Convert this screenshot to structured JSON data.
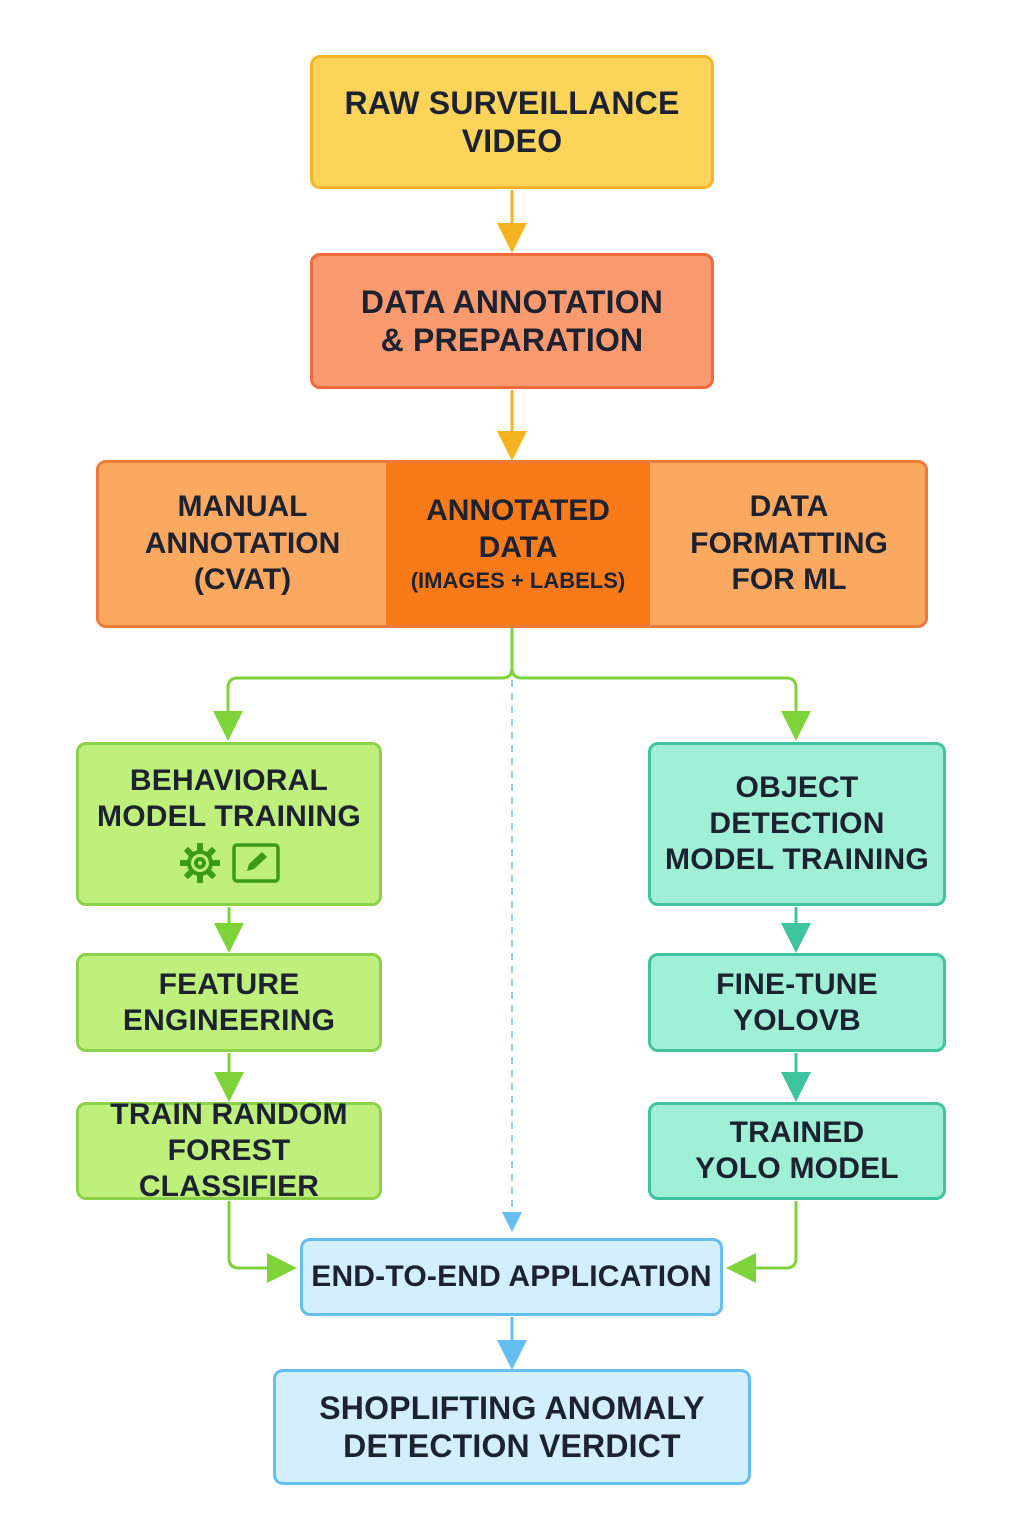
{
  "nodes": {
    "raw_video": "RAW SURVEILLANCE\nVIDEO",
    "annotation_prep": "DATA ANNOTATION\n& PREPARATION",
    "manual_annotation": "MANUAL\nANNOTATION\n(CVAT)",
    "annotated_data": "ANNOTATED\nDATA",
    "annotated_data_sub": "(IMAGES + LABELS)",
    "data_formatting": "DATA\nFORMATTING\nFOR ML",
    "behavioral_training": "BEHAVIORAL\nMODEL TRAINING",
    "feature_engineering": "FEATURE\nENGINEERING",
    "random_forest": "TRAIN RANDOM\nFOREST CLASSIFIER",
    "object_detection_training": "OBJECT\nDETECTION\nMODEL TRAINING",
    "fine_tune_yolo": "FINE-TUNE\nYOLOvB",
    "trained_yolo": "TRAINED\nYOLO MODEL",
    "end_to_end": "END-TO-END APPLICATION",
    "verdict": "SHOPLIFTING ANOMALY\nDETECTION VERDICT"
  },
  "icons": {
    "behavioral": [
      "gear-icon",
      "pencil-icon"
    ]
  },
  "colors": {
    "yellow": "#fcd45a",
    "orange": "#fb9a6e",
    "band_orange": "#fba860",
    "deep_orange": "#f97a18",
    "green": "#bff07c",
    "teal": "#9ff0d6",
    "light_blue": "#d3eefc",
    "arrow_yellow": "#f5b31f",
    "arrow_green": "#7fd33a",
    "arrow_teal": "#3fc4a0",
    "arrow_blue": "#64bff0"
  }
}
